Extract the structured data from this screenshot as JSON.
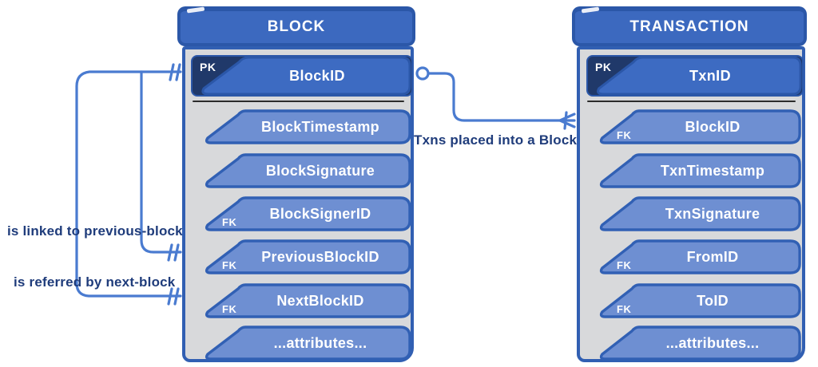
{
  "diagram": {
    "block": {
      "title": "BLOCK",
      "pk_badge": "PK",
      "pk_field": "BlockID",
      "rows": [
        {
          "label": "BlockTimestamp",
          "fk": ""
        },
        {
          "label": "BlockSignature",
          "fk": ""
        },
        {
          "label": "BlockSignerID",
          "fk": "FK"
        },
        {
          "label": "PreviousBlockID",
          "fk": "FK"
        },
        {
          "label": "NextBlockID",
          "fk": "FK"
        },
        {
          "label": "...attributes...",
          "fk": ""
        }
      ]
    },
    "transaction": {
      "title": "TRANSACTION",
      "pk_badge": "PK",
      "pk_field": "TxnID",
      "rows": [
        {
          "label": "BlockID",
          "fk": "FK"
        },
        {
          "label": "TxnTimestamp",
          "fk": ""
        },
        {
          "label": "TxnSignature",
          "fk": ""
        },
        {
          "label": "FromID",
          "fk": "FK"
        },
        {
          "label": "ToID",
          "fk": "FK"
        },
        {
          "label": "...attributes...",
          "fk": ""
        }
      ]
    },
    "labels": {
      "prev_block": "is linked to previous-block",
      "next_block": "is referred by next-block",
      "txns_into_block": "Txns placed into a Block"
    },
    "colors": {
      "header_fill": "#3c69bf",
      "header_edge": "#2b57a8",
      "row_fill": "#6e8fd2",
      "row_edge": "#3160b4",
      "pk_fill": "#3d6bc2",
      "navy": "#20396a",
      "body_fill": "#d8d9db",
      "body_edge": "#315fb2",
      "line": "#4a7bd0",
      "label_text": "#1f3c7b",
      "divider": "#2b2b2b"
    }
  }
}
